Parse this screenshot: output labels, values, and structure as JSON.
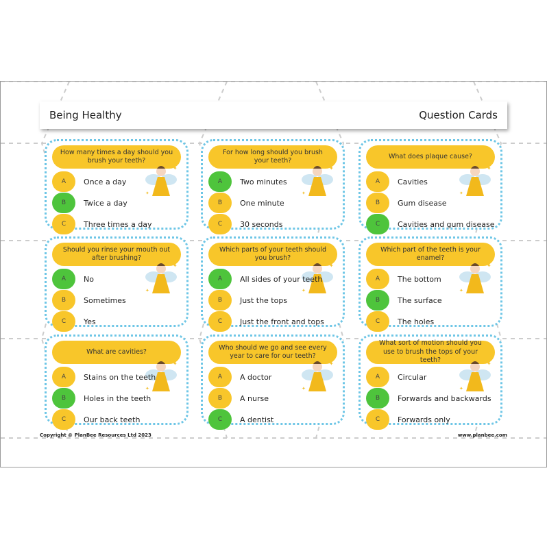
{
  "header": {
    "title": "Being Healthy",
    "subtitle": "Question Cards"
  },
  "colors": {
    "question": "#f8c62a",
    "correct": "#4ec43c",
    "option": "#f8c62a",
    "border": "#6ec6e6"
  },
  "cards": [
    {
      "question": "How many times a day should you brush your teeth?",
      "answers": [
        {
          "letter": "A",
          "text": "Once a day"
        },
        {
          "letter": "B",
          "text": "Twice a day",
          "correct": true
        },
        {
          "letter": "C",
          "text": "Three times a day"
        }
      ]
    },
    {
      "question": "For how long should you brush your teeth?",
      "answers": [
        {
          "letter": "A",
          "text": "Two minutes",
          "correct": true
        },
        {
          "letter": "B",
          "text": "One minute"
        },
        {
          "letter": "C",
          "text": "30 seconds"
        }
      ]
    },
    {
      "question": "What does plaque cause?",
      "answers": [
        {
          "letter": "A",
          "text": "Cavities"
        },
        {
          "letter": "B",
          "text": "Gum disease"
        },
        {
          "letter": "C",
          "text": "Cavities and gum disease",
          "correct": true
        }
      ]
    },
    {
      "question": "Should you rinse your mouth out after brushing?",
      "answers": [
        {
          "letter": "A",
          "text": "No",
          "correct": true
        },
        {
          "letter": "B",
          "text": "Sometimes"
        },
        {
          "letter": "C",
          "text": "Yes"
        }
      ]
    },
    {
      "question": "Which parts of your teeth should you brush?",
      "answers": [
        {
          "letter": "A",
          "text": "All sides of your teeth",
          "correct": true
        },
        {
          "letter": "B",
          "text": "Just the tops"
        },
        {
          "letter": "C",
          "text": "Just the front and tops"
        }
      ]
    },
    {
      "question": "Which part of the teeth is your enamel?",
      "answers": [
        {
          "letter": "A",
          "text": "The bottom"
        },
        {
          "letter": "B",
          "text": "The surface",
          "correct": true
        },
        {
          "letter": "C",
          "text": "The holes"
        }
      ]
    },
    {
      "question": "What are cavities?",
      "answers": [
        {
          "letter": "A",
          "text": "Stains on the teeth"
        },
        {
          "letter": "B",
          "text": "Holes in the teeth",
          "correct": true
        },
        {
          "letter": "C",
          "text": "Our back teeth"
        }
      ]
    },
    {
      "question": "Who should we go and see every year to care for our teeth?",
      "answers": [
        {
          "letter": "A",
          "text": "A doctor"
        },
        {
          "letter": "B",
          "text": "A nurse"
        },
        {
          "letter": "C",
          "text": "A dentist",
          "correct": true
        }
      ]
    },
    {
      "question": "What sort of motion should you use to brush the tops of your teeth?",
      "answers": [
        {
          "letter": "A",
          "text": "Circular"
        },
        {
          "letter": "B",
          "text": "Forwards and backwards",
          "correct": true
        },
        {
          "letter": "C",
          "text": "Forwards only"
        }
      ]
    }
  ],
  "footer": {
    "copyright": "Copyright © PlanBee Resources Ltd 2023",
    "website": "www.planbee.com"
  }
}
